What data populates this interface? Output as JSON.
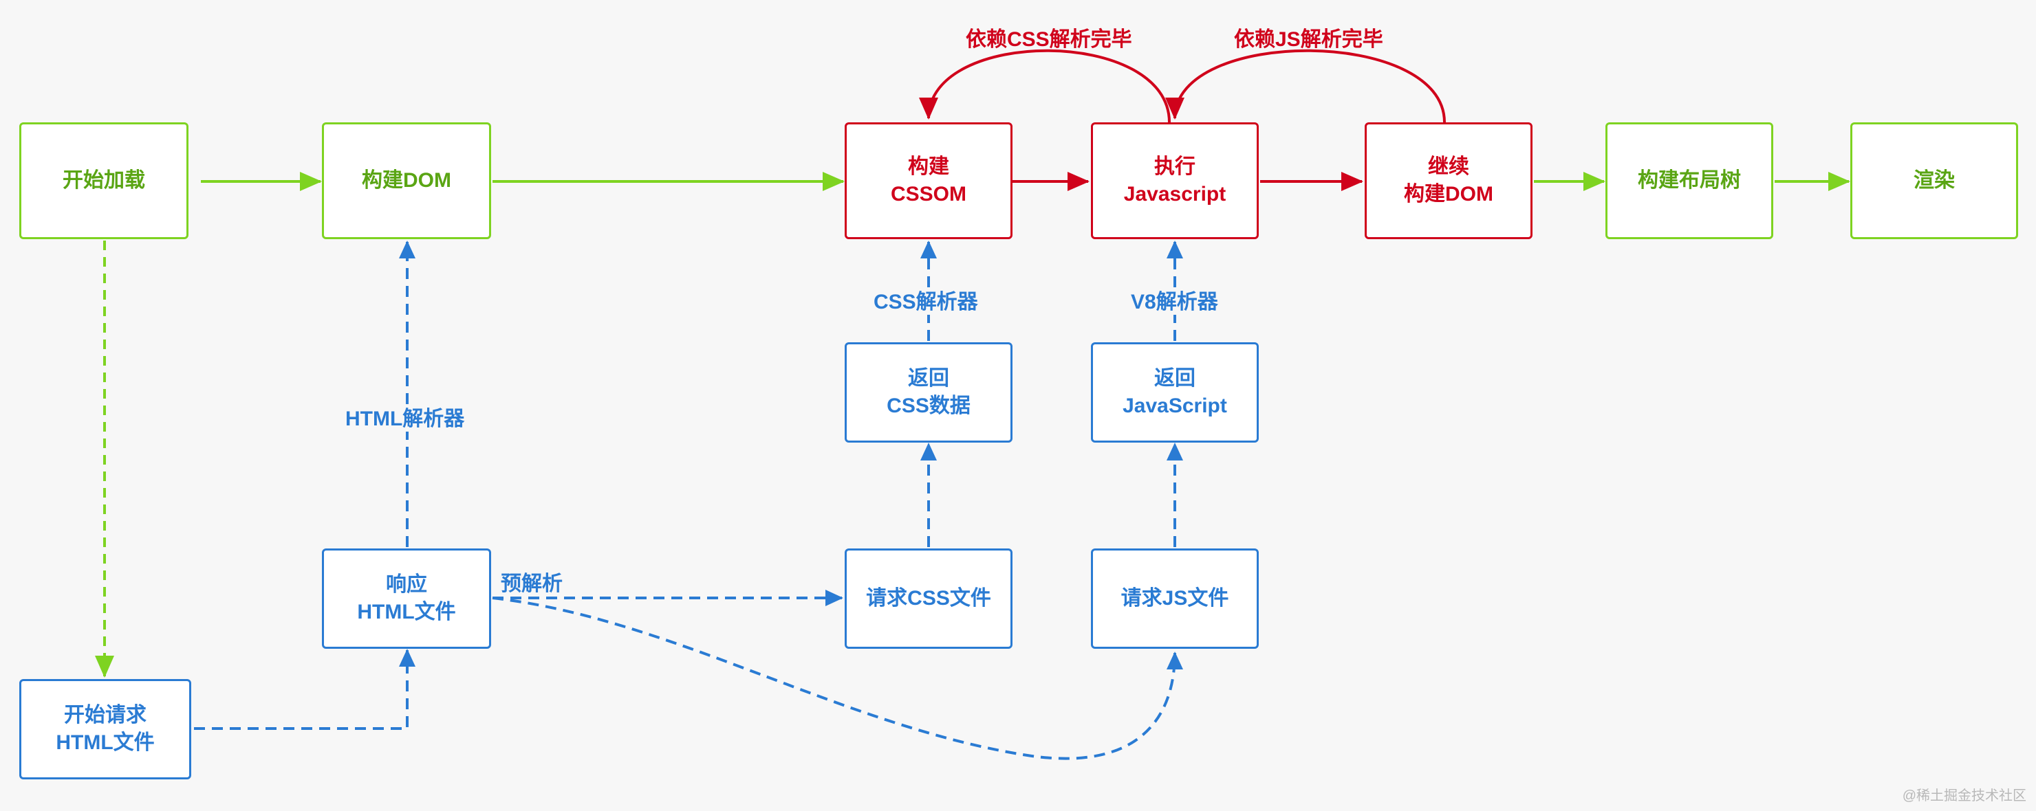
{
  "colors": {
    "green": "#7ed321",
    "green_text": "#5aa514",
    "red": "#d0021b",
    "blue": "#2a7bd3",
    "background": "#f7f7f7"
  },
  "nodes": {
    "start_load": {
      "lines": [
        "开始加载"
      ]
    },
    "build_dom": {
      "lines": [
        "构建DOM"
      ]
    },
    "build_cssom": {
      "lines": [
        "构建",
        "CSSOM"
      ]
    },
    "exec_js": {
      "lines": [
        "执行",
        "Javascript"
      ]
    },
    "continue_dom": {
      "lines": [
        "继续",
        "构建DOM"
      ]
    },
    "layout_tree": {
      "lines": [
        "构建布局树"
      ]
    },
    "render": {
      "lines": [
        "渲染"
      ]
    },
    "return_css": {
      "lines": [
        "返回",
        "CSS数据"
      ]
    },
    "return_js": {
      "lines": [
        "返回",
        "JavaScript"
      ]
    },
    "response_html": {
      "lines": [
        "响应",
        "HTML文件"
      ]
    },
    "req_css": {
      "lines": [
        "请求CSS文件"
      ]
    },
    "req_js": {
      "lines": [
        "请求JS文件"
      ]
    },
    "start_req_html": {
      "lines": [
        "开始请求",
        "HTML文件"
      ]
    }
  },
  "labels": {
    "depends_css": "依赖CSS解析完毕",
    "depends_js": "依赖JS解析完毕",
    "css_parser": "CSS解析器",
    "v8_parser": "V8解析器",
    "html_parser": "HTML解析器",
    "preparse": "预解析"
  },
  "watermark": "@稀土掘金技术社区"
}
